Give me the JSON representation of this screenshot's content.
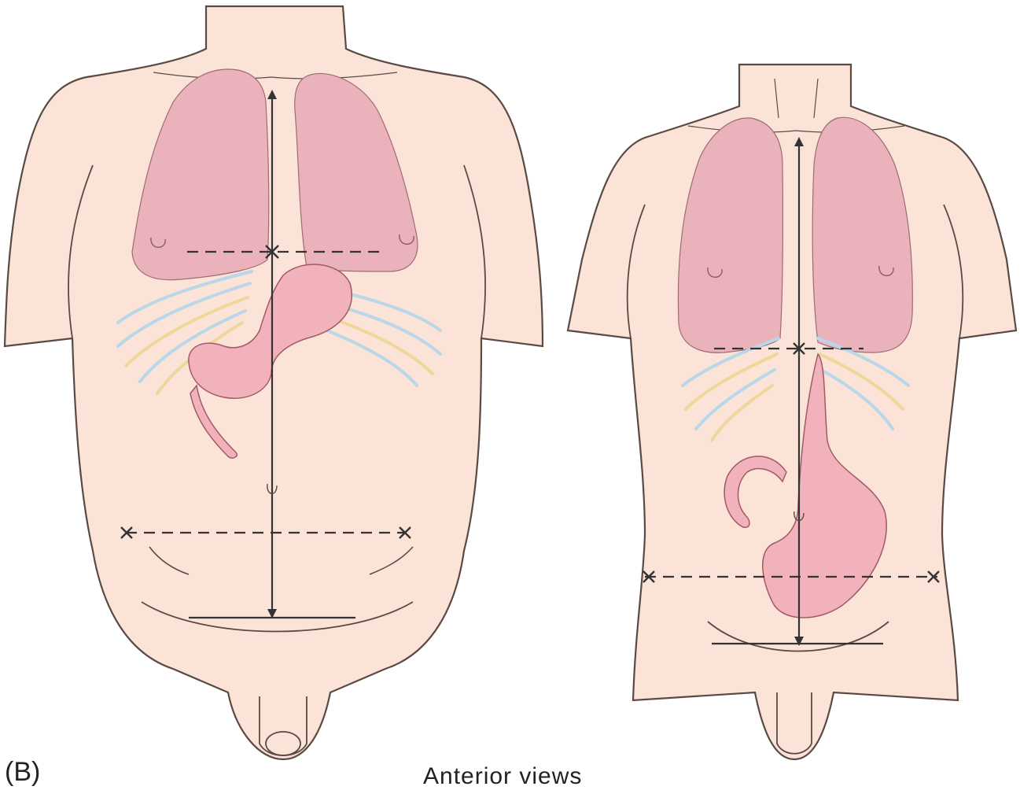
{
  "figure": {
    "panel_label": "(B)",
    "caption": "Anterior views"
  },
  "palette": {
    "skin": "#fbe3d8",
    "outline": "#5a4a44",
    "lung": "#eab3bc",
    "stomach": "#f2b2bb",
    "rib_blue": "#b9d7e8",
    "rib_yellow": "#efd79a",
    "guide": "#333333"
  },
  "figures": [
    {
      "name": "broad-torso",
      "organs": [
        "left-lung",
        "right-lung",
        "stomach",
        "ribs"
      ]
    },
    {
      "name": "slender-torso",
      "organs": [
        "left-lung",
        "right-lung",
        "stomach",
        "ribs"
      ]
    }
  ]
}
